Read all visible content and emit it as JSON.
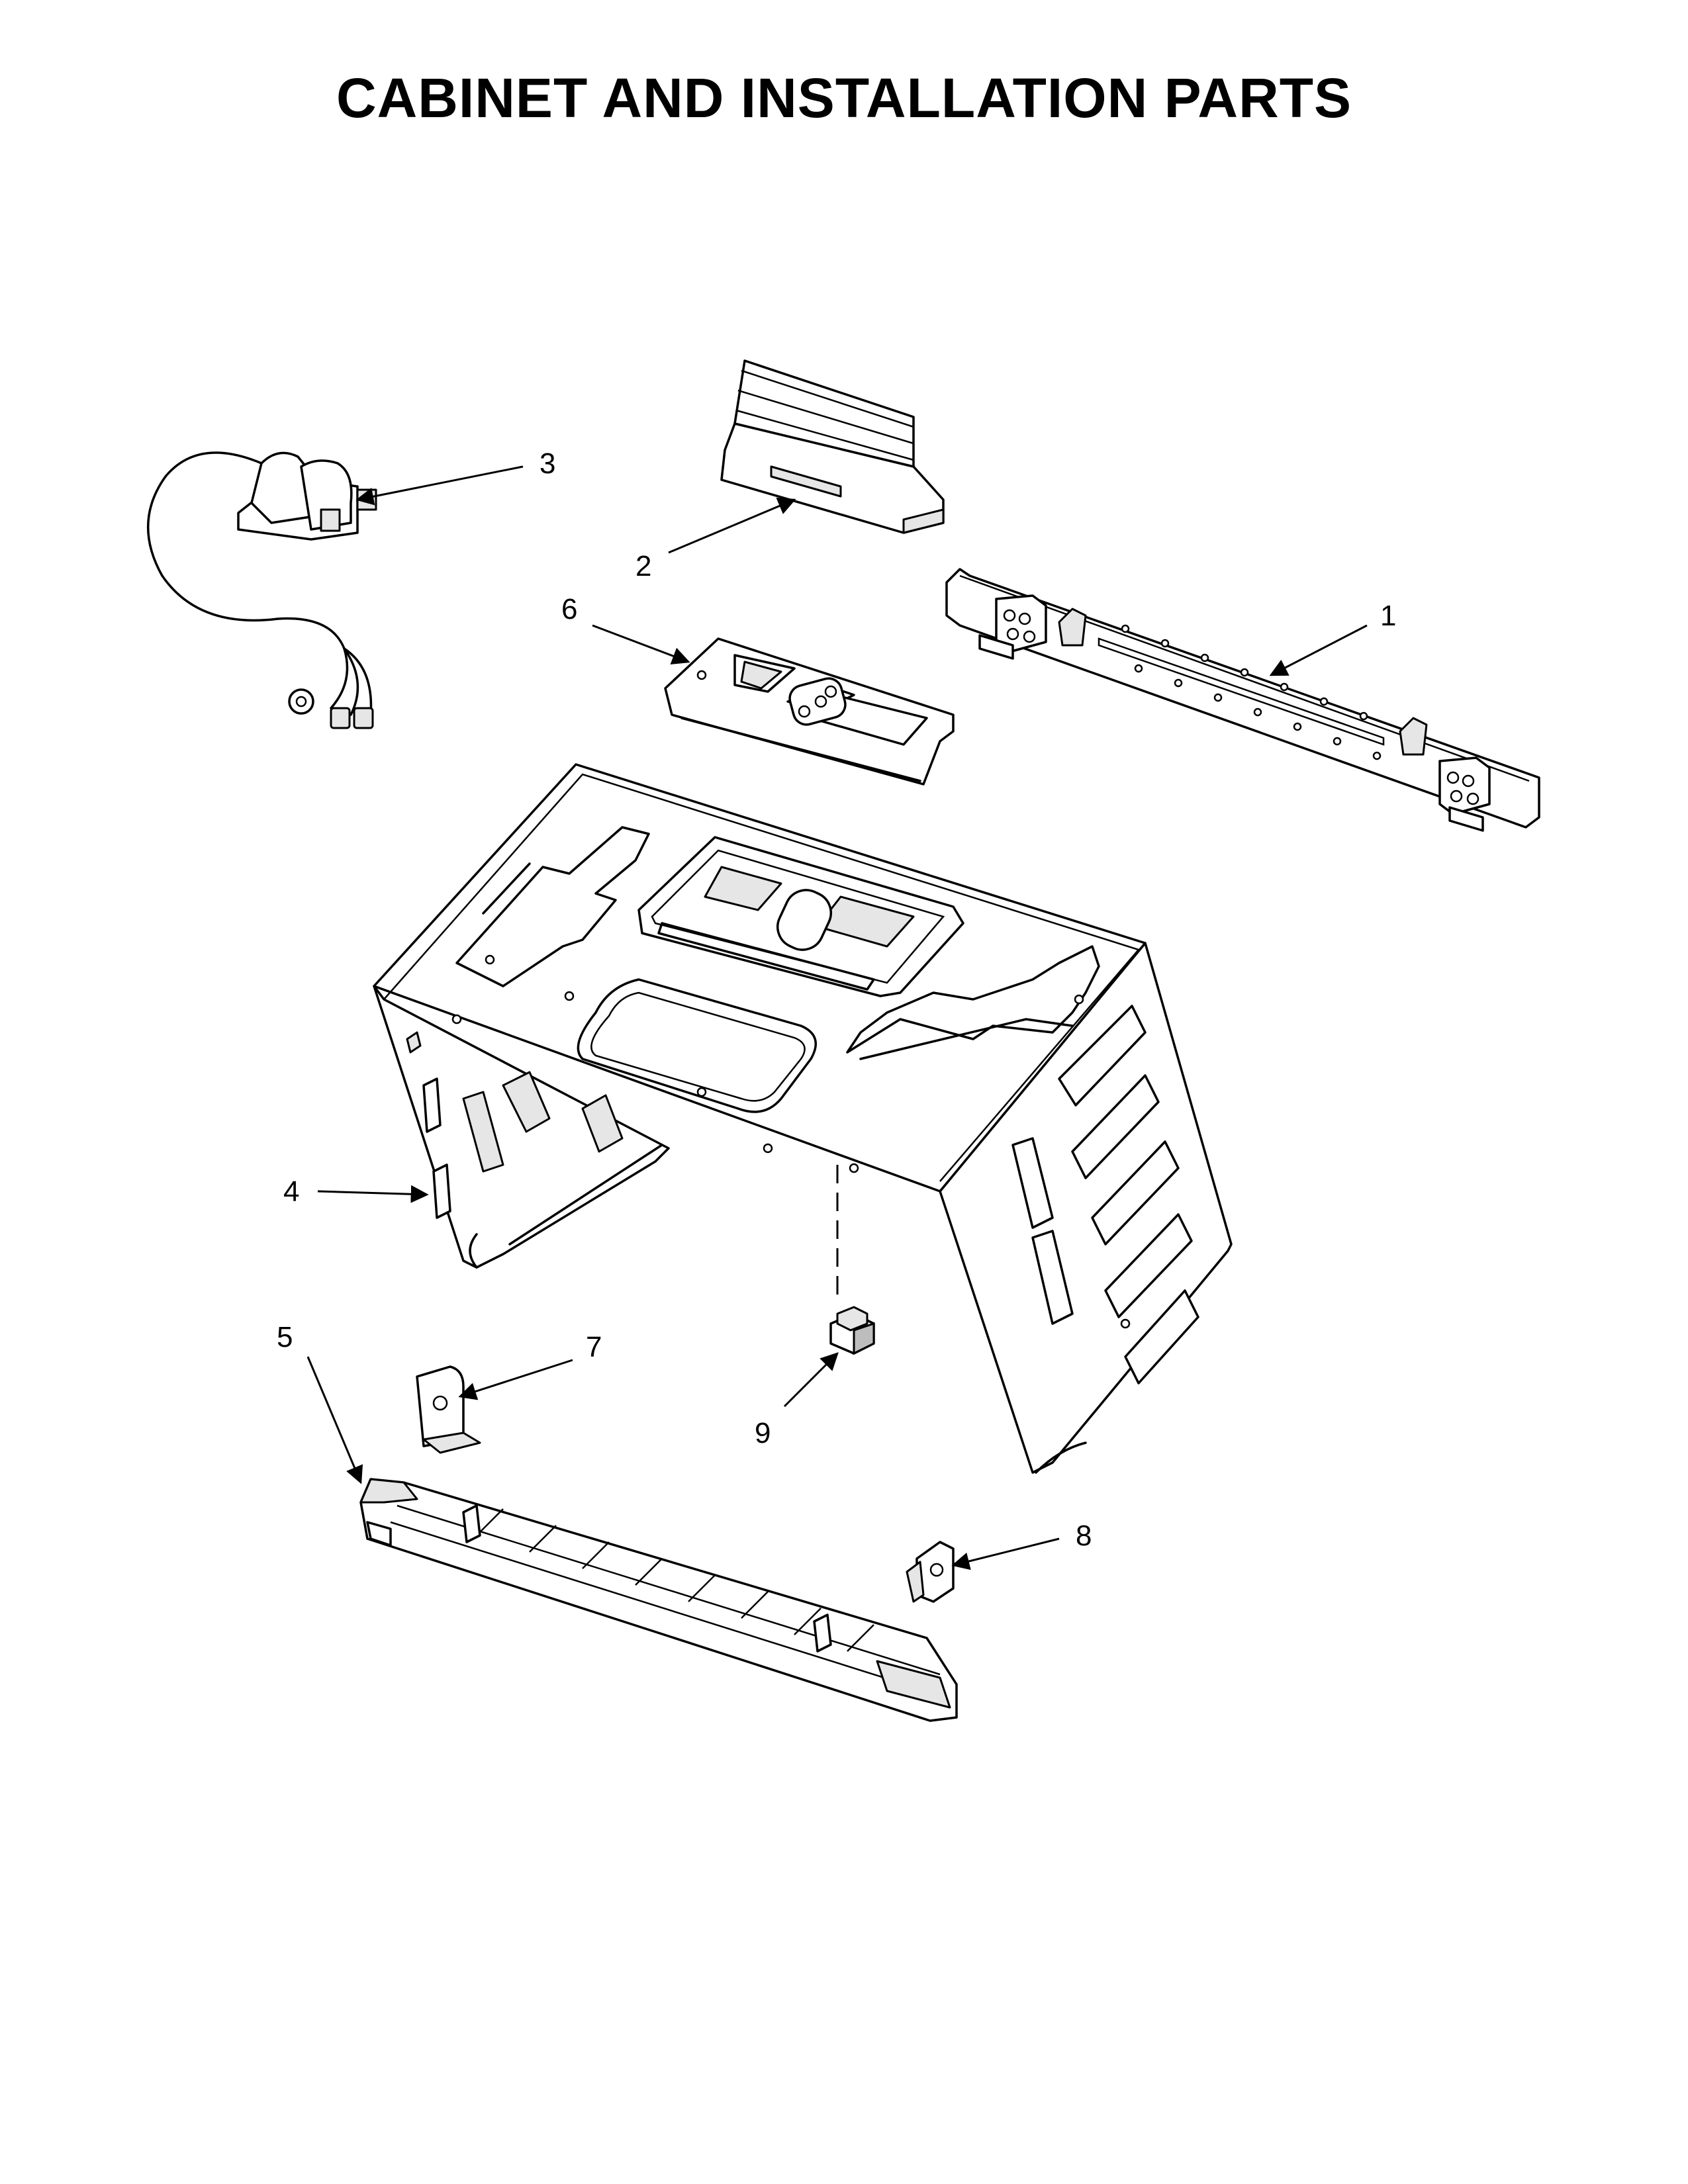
{
  "title": "CABINET AND INSTALLATION PARTS",
  "callouts": {
    "c1": "1",
    "c2": "2",
    "c3": "3",
    "c4": "4",
    "c5": "5",
    "c6": "6",
    "c7": "7",
    "c8": "8",
    "c9": "9"
  }
}
